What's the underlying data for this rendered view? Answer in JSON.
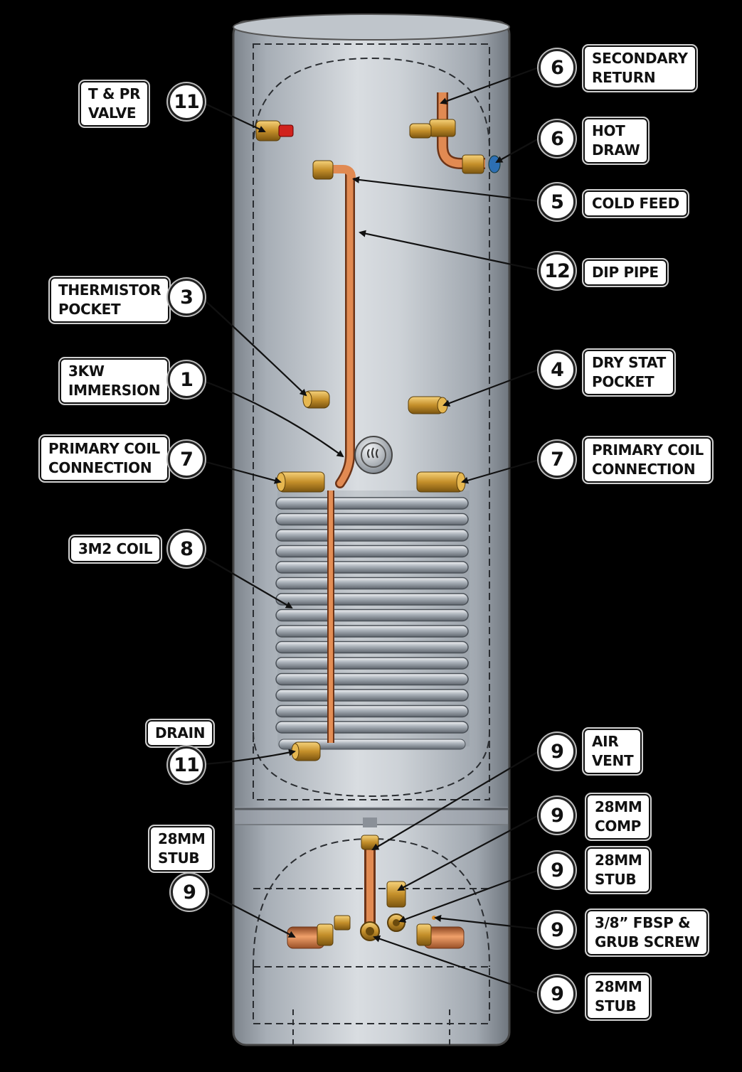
{
  "diagram": {
    "colors": {
      "background": "#000000",
      "tank": "#b8bec6",
      "copper": "#c8743e",
      "brass": "#c9962e",
      "coil": "#a9b0b9"
    },
    "callouts": [
      {
        "id": "t-pr-valve",
        "number": "11",
        "label": "T & PR\nVALVE"
      },
      {
        "id": "secondary-return",
        "number": "6",
        "label": "SECONDARY\nRETURN"
      },
      {
        "id": "hot-draw",
        "number": "6",
        "label": "HOT\nDRAW"
      },
      {
        "id": "cold-feed",
        "number": "5",
        "label": "COLD FEED"
      },
      {
        "id": "dip-pipe",
        "number": "12",
        "label": "DIP PIPE"
      },
      {
        "id": "thermistor-pocket",
        "number": "3",
        "label": "THERMISTOR\nPOCKET"
      },
      {
        "id": "immersion",
        "number": "1",
        "label": "3KW\nIMMERSION"
      },
      {
        "id": "dry-stat-pocket",
        "number": "4",
        "label": "DRY STAT\nPOCKET"
      },
      {
        "id": "primary-coil-left",
        "number": "7",
        "label": "PRIMARY COIL\nCONNECTION"
      },
      {
        "id": "primary-coil-right",
        "number": "7",
        "label": "PRIMARY COIL\nCONNECTION"
      },
      {
        "id": "coil",
        "number": "8",
        "label": "3M2 COIL"
      },
      {
        "id": "drain",
        "number": "11",
        "label": "DRAIN"
      },
      {
        "id": "air-vent",
        "number": "9",
        "label": "AIR\nVENT"
      },
      {
        "id": "comp-28mm",
        "number": "9",
        "label": "28MM\nCOMP"
      },
      {
        "id": "stub-28mm-right-1",
        "number": "9",
        "label": "28MM\nSTUB"
      },
      {
        "id": "fbsp-grub",
        "number": "9",
        "label": "3/8” FBSP &\nGRUB SCREW"
      },
      {
        "id": "stub-28mm-right-2",
        "number": "9",
        "label": "28MM\nSTUB"
      },
      {
        "id": "stub-28mm-left",
        "number": "9",
        "label": "28MM\nSTUB"
      }
    ]
  }
}
